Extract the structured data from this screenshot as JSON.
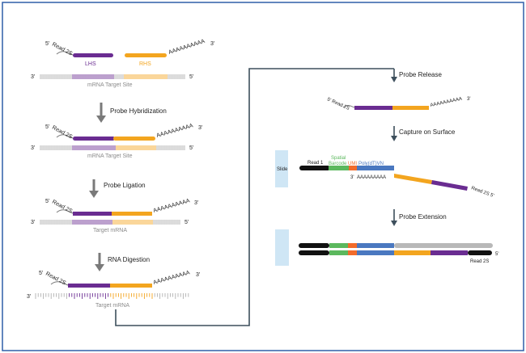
{
  "colors": {
    "frame": "#2f5fa8",
    "lhs": "#6a2c91",
    "rhs": "#f3a51f",
    "black": "#111111",
    "green": "#5bb85d",
    "umi": "#f26b2a",
    "blue": "#4a78c0",
    "gray": "#b8b8b8",
    "slide": "#cfe6f5",
    "arrow": "#7a7a7a",
    "connector": "#3d4f5c"
  },
  "labels": {
    "five_prime": "5'",
    "three_prime": "3'",
    "read2s": "Read 2S",
    "polyA": "AAAAAAAAAA",
    "lhs": "LHS",
    "rhs": "RHS",
    "mrna_target_site": "mRNA Target Site",
    "target_mrna": "Target mRNA",
    "slide": "Slide",
    "read1": "Read 1",
    "spatial_barcode": "Spatial Barcode",
    "spatial": "Spatial",
    "barcode": "Barcode",
    "umi": "UMI",
    "polydt": "Poly(dT)VN",
    "capture_polyA": "AAAAAAAAA",
    "read2s_capture": "Read 2S 5'",
    "read2s_ext": "Read 2S"
  },
  "steps": {
    "hybridization": "Probe Hybridization",
    "ligation": "Probe Ligation",
    "digestion": "RNA Digestion",
    "release": "Probe Release",
    "capture": "Capture on Surface",
    "extension": "Probe Extension"
  }
}
